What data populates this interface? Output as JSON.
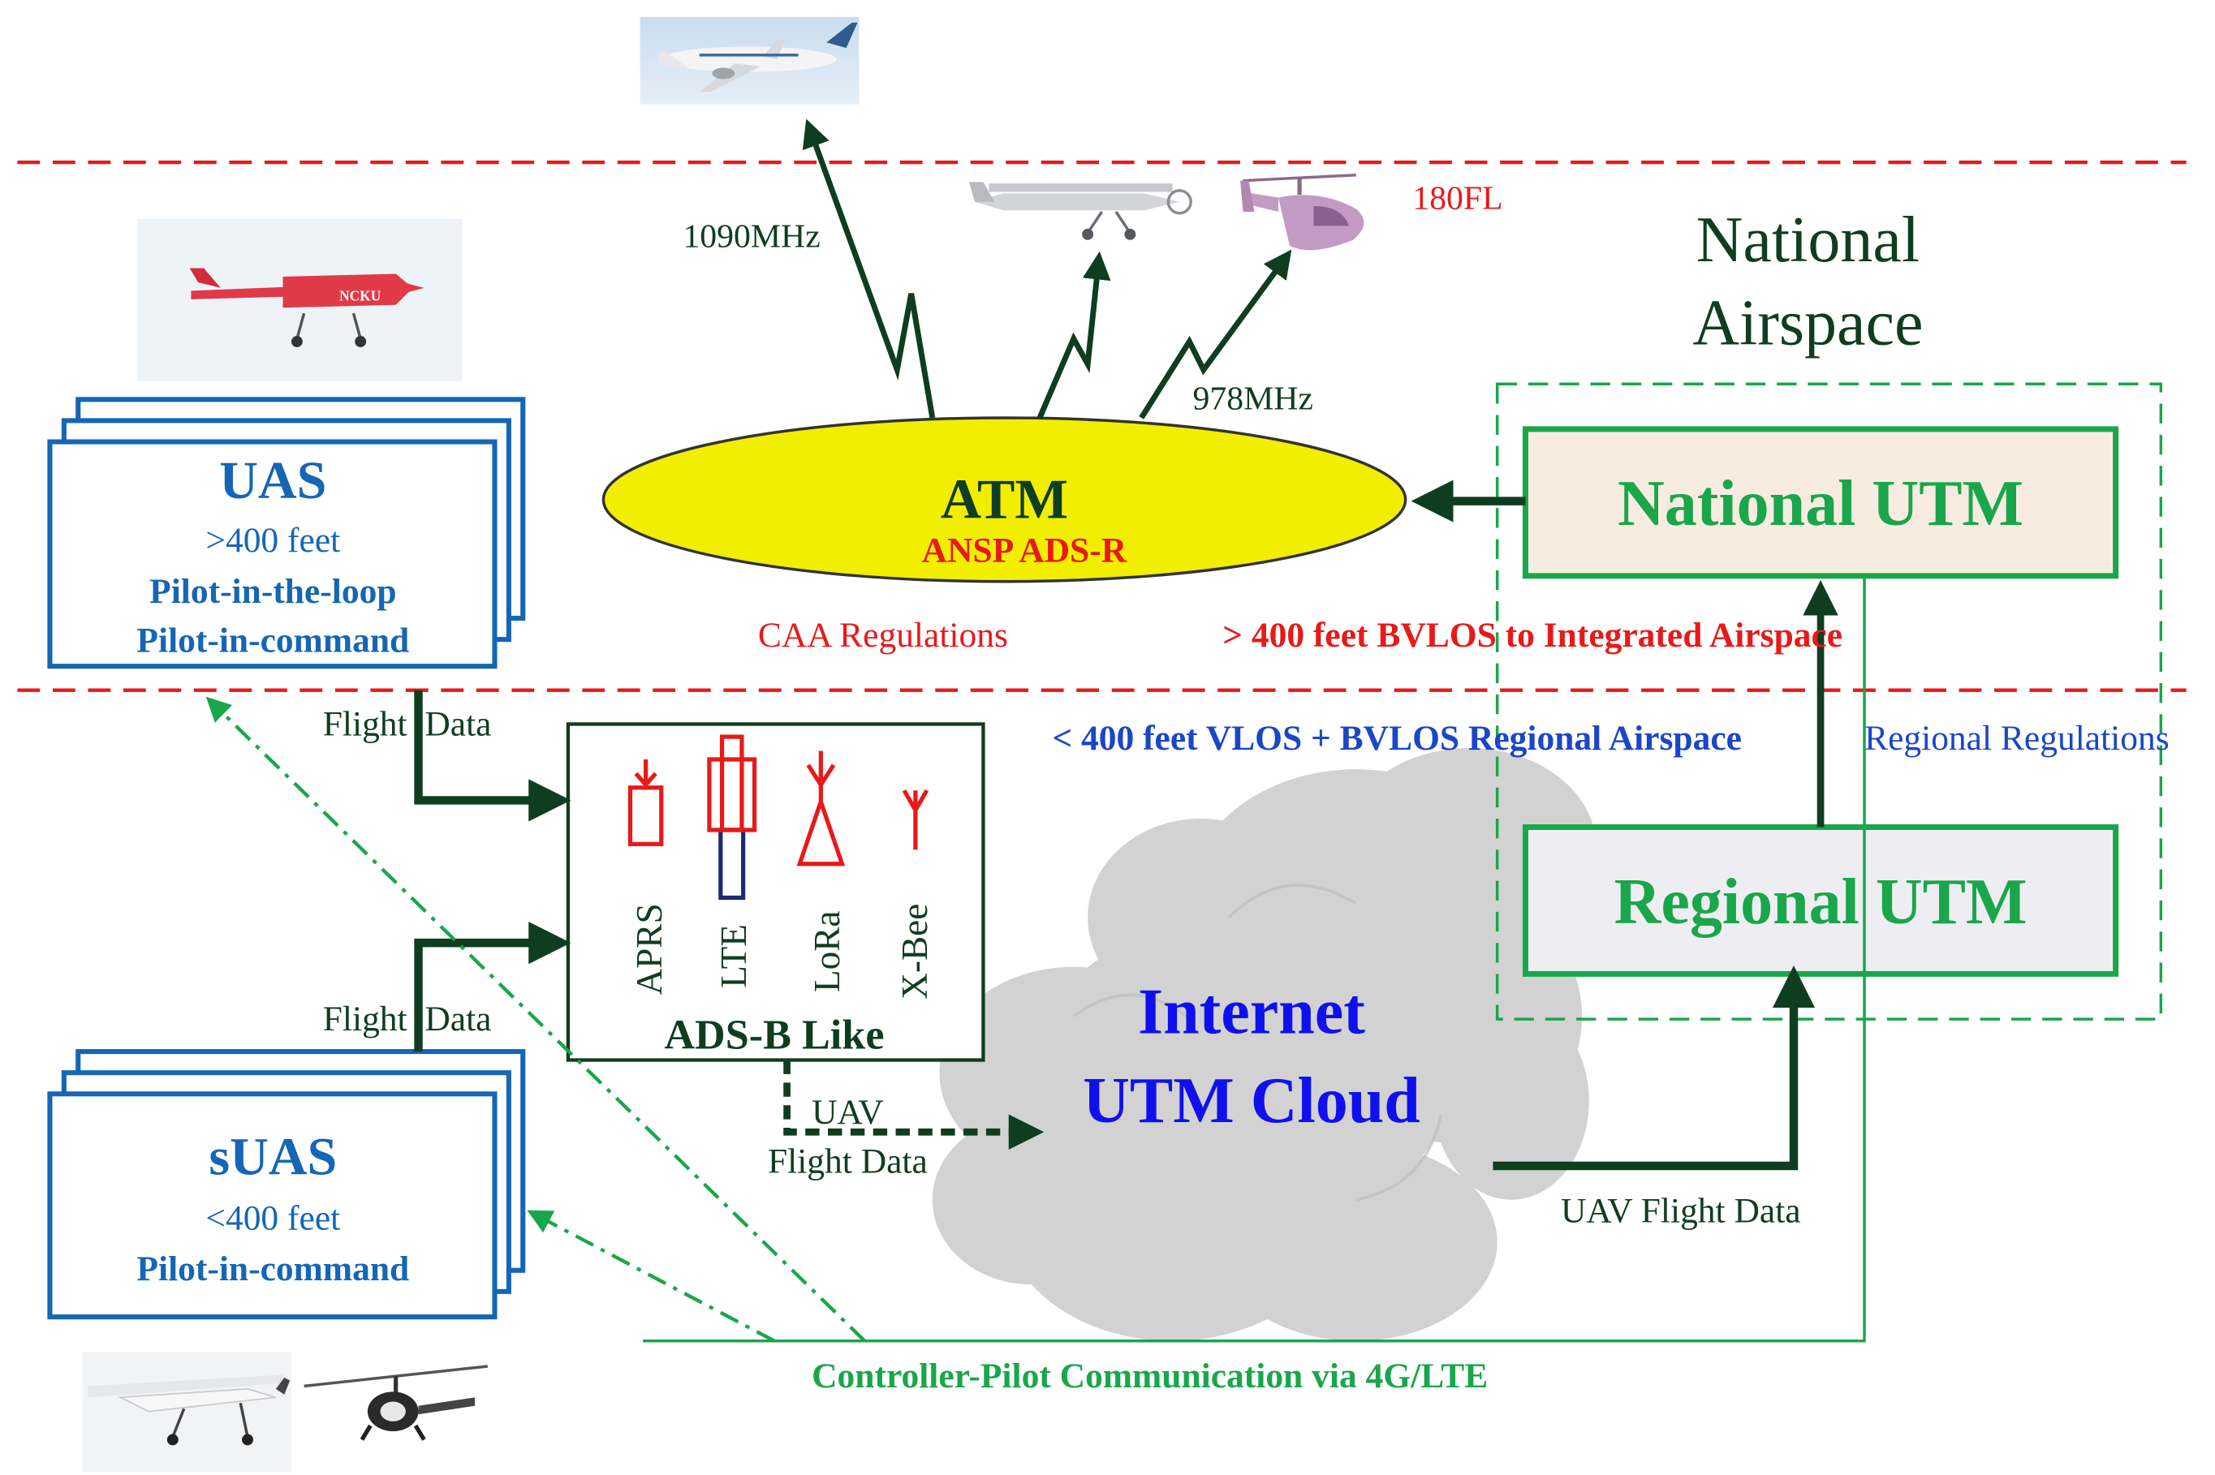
{
  "colors": {
    "dark_green": "#0f3d20",
    "bright_green": "#1aa64a",
    "blue_box": "#1566b5",
    "blue_text": "#1a46c8",
    "internet_blue": "#1010ee",
    "red": "#e81919",
    "atm_yellow": "#f2ee00",
    "national_fill": "#f8ece0",
    "regional_fill": "#eeeef2",
    "cloud_gray": "#d2d2d2"
  },
  "icons": {
    "airliner": "airliner-photo",
    "light_aircraft": "light-aircraft-photo",
    "helicopter": "helicopter-photo",
    "uas_drone": "fixed-wing-uav-photo",
    "suas_fixed_wing": "small-fixed-wing-uav-photo",
    "suas_rotor": "small-helicopter-uav-photo"
  },
  "airspace": {
    "flight_level": "180FL",
    "national_line1": "National",
    "national_line2": "Airspace",
    "caa_regulations": "CAA Regulations",
    "bvlos_integrated": "> 400 feet BVLOS to Integrated Airspace",
    "vlos_regional": "< 400 feet VLOS + BVLOS Regional Airspace",
    "regional_regulations": "Regional Regulations"
  },
  "links": {
    "freq_1090": "1090MHz",
    "freq_978": "978MHz",
    "flight_data_top": "Flight  Data",
    "flight_data_bottom": "Flight  Data",
    "uav_line1": "UAV",
    "uav_line2": "Flight Data",
    "uav_flight_data": "UAV Flight Data",
    "controller_pilot": "Controller-Pilot Communication via 4G/LTE"
  },
  "atm": {
    "title": "ATM",
    "subtitle": "ANSP ADS-R"
  },
  "national_utm": {
    "label": "National UTM"
  },
  "regional_utm": {
    "label": "Regional UTM"
  },
  "uas": {
    "title": "UAS",
    "altitude": ">400 feet",
    "line1": "Pilot-in-the-loop",
    "line2": "Pilot-in-command"
  },
  "suas": {
    "title": "sUAS",
    "altitude": "<400 feet",
    "line1": "Pilot-in-command"
  },
  "adsb": {
    "title": "ADS-B Like",
    "antennas": [
      "APRS",
      "LTE",
      "LoRa",
      "X-Bee"
    ]
  },
  "internet": {
    "line1": "Internet",
    "line2": "UTM Cloud"
  }
}
